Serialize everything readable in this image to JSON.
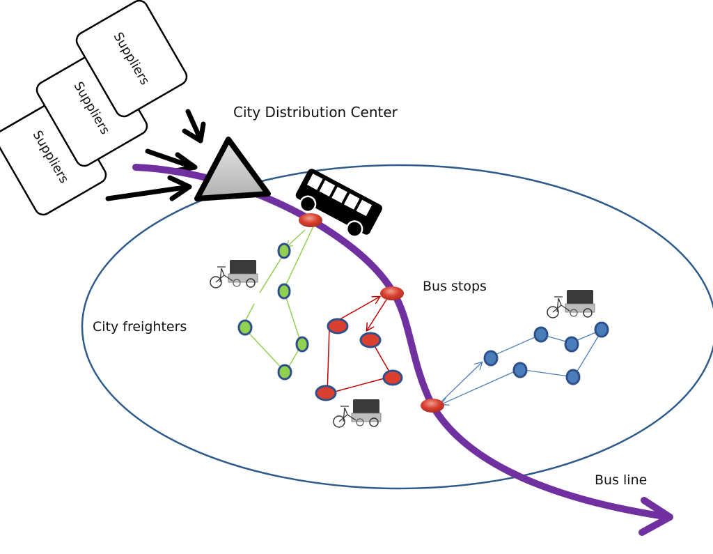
{
  "labels": {
    "distribution_center": "City Distribution Center",
    "bus_stops": "Bus stops",
    "city_freighters": "City freighters",
    "bus_line": "Bus line"
  },
  "suppliers": [
    {
      "label": "Suppliers"
    },
    {
      "label": "Suppliers"
    },
    {
      "label": "Suppliers"
    }
  ],
  "colors": {
    "bus_line": "#7030a0",
    "city_boundary": "#2e5a8a",
    "bus_stop": "#c0392b",
    "green_route": "#92d050",
    "red_route": "#c00000",
    "blue_route": "#4a7ebb",
    "node_border": "#2e4f8a"
  },
  "icons": {
    "hub": "triangle-icon",
    "bus": "bus-icon",
    "freighter": "cargo-tricycle-icon"
  }
}
